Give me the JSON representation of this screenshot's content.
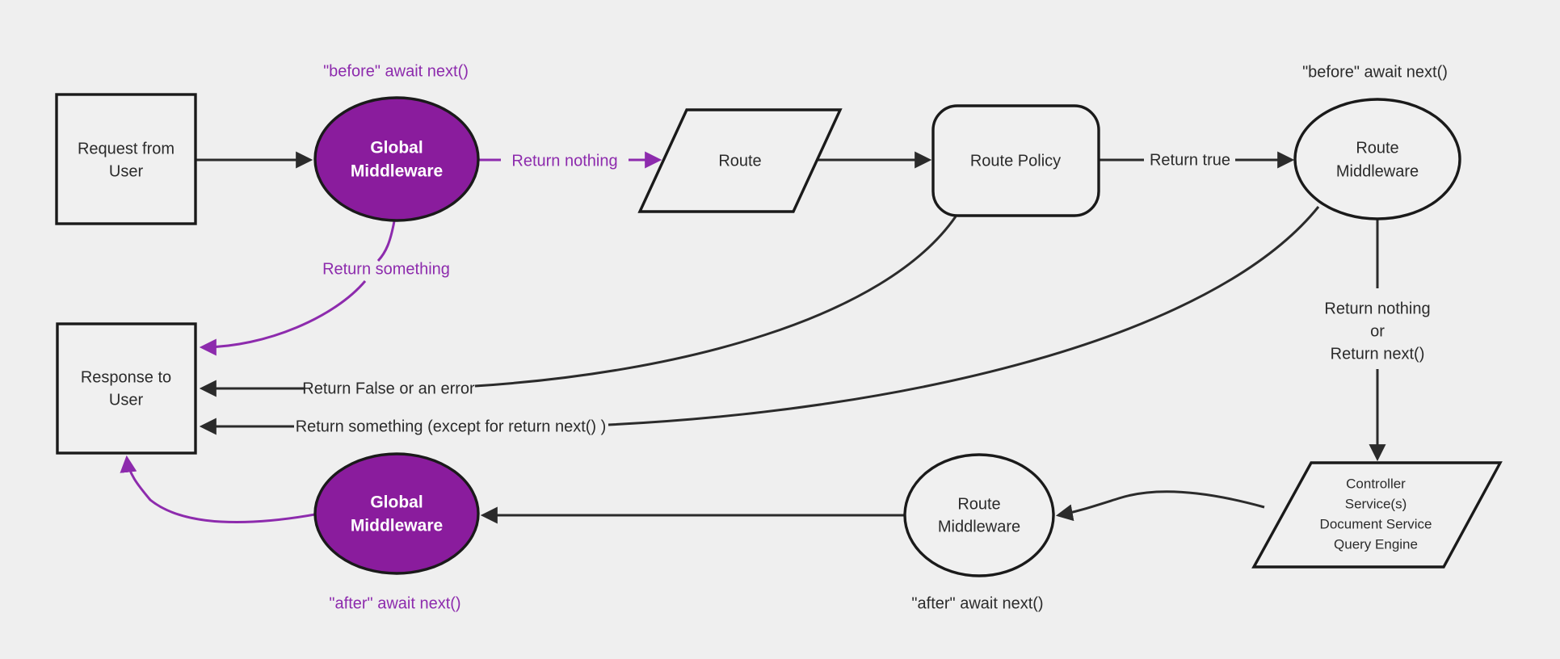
{
  "colors": {
    "background": "#efefef",
    "node_fill": "#f0f0f0",
    "stroke": "#2b2b2b",
    "border": "#1a1a1a",
    "purple_fill": "#8a1c9d",
    "purple_accent": "#8d2bad",
    "text_dark": "#2b2b2b",
    "text_light": "#ffffff"
  },
  "nodes": {
    "request": {
      "lines": [
        "Request from",
        "User"
      ]
    },
    "global_middleware_top": {
      "lines": [
        "Global",
        "Middleware"
      ]
    },
    "route": {
      "label": "Route"
    },
    "route_policy": {
      "label": "Route Policy"
    },
    "route_middleware_top": {
      "lines": [
        "Route",
        "Middleware"
      ]
    },
    "controller": {
      "lines": [
        "Controller",
        "Service(s)",
        "Document Service",
        "Query Engine"
      ]
    },
    "route_middleware_bottom": {
      "lines": [
        "Route",
        "Middleware"
      ]
    },
    "global_middleware_bottom": {
      "lines": [
        "Global",
        "Middleware"
      ]
    },
    "response": {
      "lines": [
        "Response to",
        "User"
      ]
    }
  },
  "edge_labels": {
    "before_await_top": "\"before\" await next()",
    "before_await_right": "\"before\" await next()",
    "after_await_left": "\"after\" await next()",
    "after_await_right": "\"after\" await next()",
    "return_nothing": "Return nothing",
    "return_true": "Return true",
    "return_something": "Return something",
    "return_nothing_or": {
      "lines": [
        "Return nothing",
        "or",
        "Return next()"
      ]
    },
    "return_false_or_error": "Return False or an error",
    "return_something_except": "Return something (except for return next() )"
  }
}
